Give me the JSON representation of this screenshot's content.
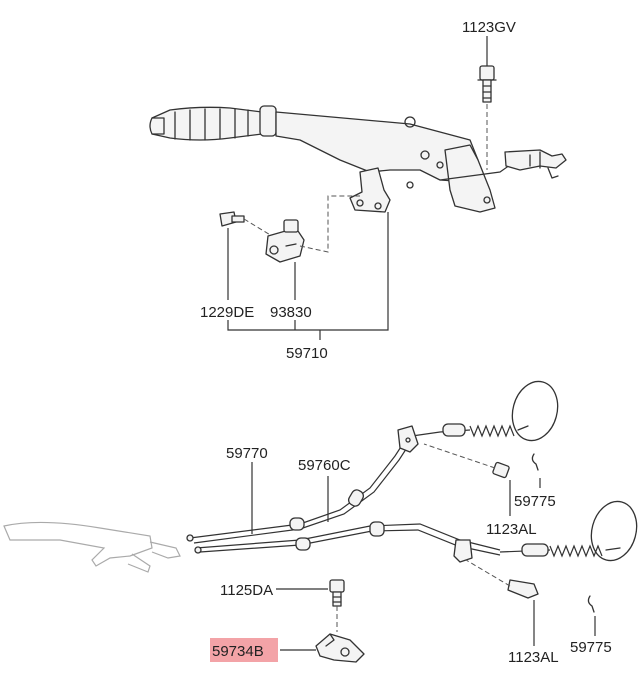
{
  "labels": {
    "bolt_top": "1123GV",
    "bolt_side": "1229DE",
    "switch": "93830",
    "lever_assy": "59710",
    "rear_cable_left": "59770",
    "rear_cable_right": "59760C",
    "clip_upper": "59775",
    "clip_lower": "59775",
    "bolt_bracket_upper": "1123AL",
    "bolt_bracket_lower": "1123AL",
    "bolt_equalizer": "1125DA",
    "equalizer_highlighted": "59734B"
  },
  "colors": {
    "highlight": "#f3a3a7",
    "line": "#333333"
  }
}
